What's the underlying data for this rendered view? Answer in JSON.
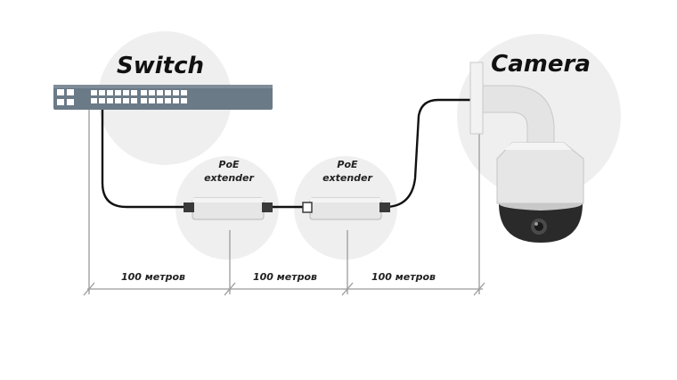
{
  "labels": {
    "switch": "Switch",
    "camera": "Camera",
    "extender1_line1": "PoE",
    "extender1_line2": "extender",
    "extender2_line1": "PoE",
    "extender2_line2": "extender"
  },
  "distances": [
    "100 метров",
    "100 метров",
    "100 метров"
  ],
  "colors": {
    "halo": "#efefef",
    "switch_body": "#6b7a87",
    "cable": "#111111",
    "dimension_line": "#9a9a9a",
    "device_body": "#e6e6e6"
  },
  "icons": [
    "network-switch-icon",
    "poe-extender-icon",
    "dome-camera-icon"
  ]
}
